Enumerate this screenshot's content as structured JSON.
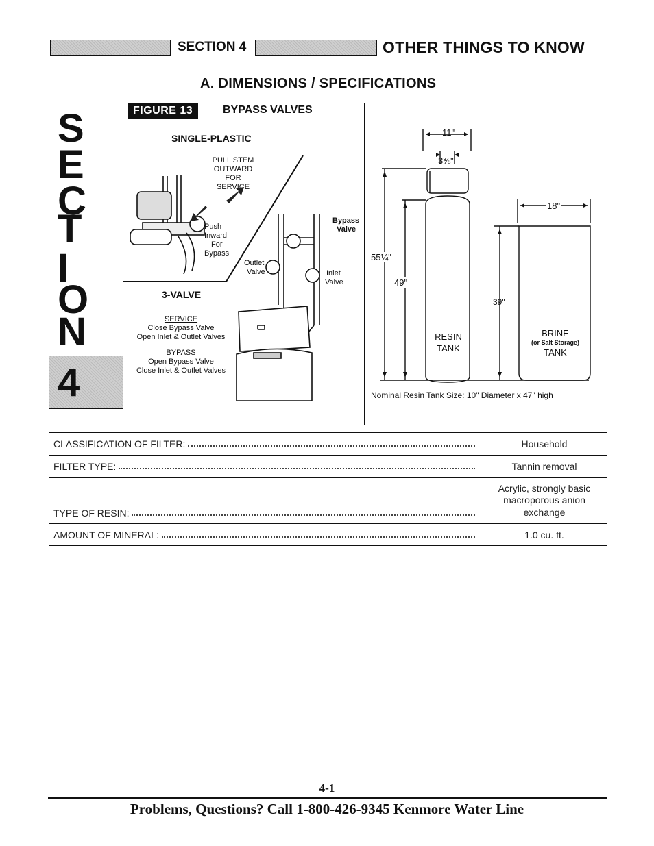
{
  "header": {
    "section_label": "SECTION 4",
    "title": "OTHER THINGS TO KNOW"
  },
  "subtitle": "A. DIMENSIONS / SPECIFICATIONS",
  "side_tab": {
    "letters": [
      "S",
      "E",
      "C",
      "T",
      "I",
      "O",
      "N"
    ],
    "number": "4"
  },
  "figure": {
    "badge": "FIGURE 13",
    "caption": "BYPASS VALVES",
    "single_plastic": {
      "title": "SINGLE-PLASTIC",
      "pull_stem": [
        "PULL STEM",
        "OUTWARD",
        "FOR",
        "SERVICE"
      ],
      "push": [
        "Push",
        "Inward",
        "For",
        "Bypass"
      ]
    },
    "three_valve": {
      "title": "3-VALVE",
      "bypass_valve": [
        "Bypass",
        "Valve"
      ],
      "outlet_valve": [
        "Outlet",
        "Valve"
      ],
      "inlet_valve": [
        "Inlet",
        "Valve"
      ],
      "service_heading": "SERVICE",
      "service_lines": [
        "Close Bypass Valve",
        "Open Inlet & Outlet Valves"
      ],
      "bypass_heading": "BYPASS",
      "bypass_lines": [
        "Open Bypass Valve",
        "Close Inlet & Outlet Valves"
      ]
    }
  },
  "dimensions": {
    "width_top": "11\"",
    "width_head": "3⅜\"",
    "height_total": "55¼\"",
    "height_tank": "49\"",
    "brine_width": "18\"",
    "brine_height": "39\"",
    "resin_tank_label": [
      "RESIN",
      "TANK"
    ],
    "brine_tank_label": [
      "BRINE",
      "(or Salt Storage)",
      "TANK"
    ],
    "nominal_note": "Nominal Resin Tank Size: 10\" Diameter x 47\" high"
  },
  "specs": {
    "rows": [
      {
        "label": "CLASSIFICATION OF FILTER:",
        "value": "Household"
      },
      {
        "label": "FILTER TYPE:",
        "value": "Tannin removal"
      },
      {
        "label": "TYPE OF RESIN:",
        "value": "Acrylic, strongly basic macroporous anion exchange"
      },
      {
        "label": "AMOUNT OF MINERAL:",
        "value": "1.0 cu. ft."
      }
    ]
  },
  "page_number": "4-1",
  "footer": "Problems, Questions? Call 1-800-426-9345 Kenmore Water Line"
}
